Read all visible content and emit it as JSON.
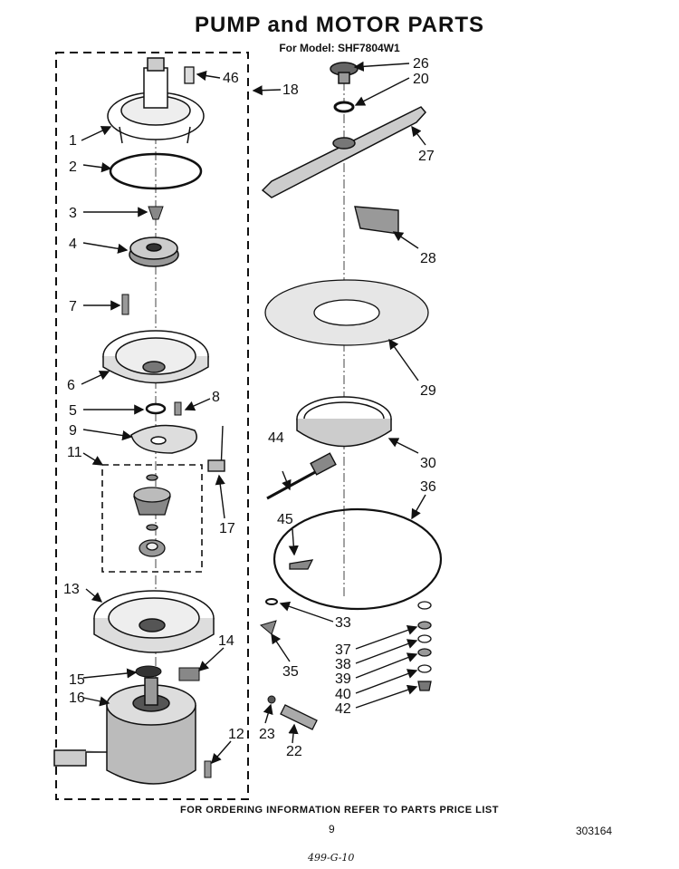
{
  "header": {
    "title": "PUMP and MOTOR PARTS",
    "model_line": "For Model: SHF7804W1"
  },
  "callouts": [
    "1",
    "2",
    "3",
    "4",
    "5",
    "6",
    "7",
    "8",
    "9",
    "11",
    "12",
    "13",
    "14",
    "15",
    "16",
    "17",
    "18",
    "20",
    "22",
    "23",
    "26",
    "27",
    "28",
    "29",
    "30",
    "33",
    "35",
    "36",
    "37",
    "38",
    "39",
    "40",
    "42",
    "44",
    "45",
    "46"
  ],
  "footer": {
    "ordering_note": "FOR ORDERING INFORMATION REFER TO PARTS PRICE LIST",
    "page_number": "9",
    "document_number": "303164",
    "handwritten_note": "499-G-10"
  }
}
